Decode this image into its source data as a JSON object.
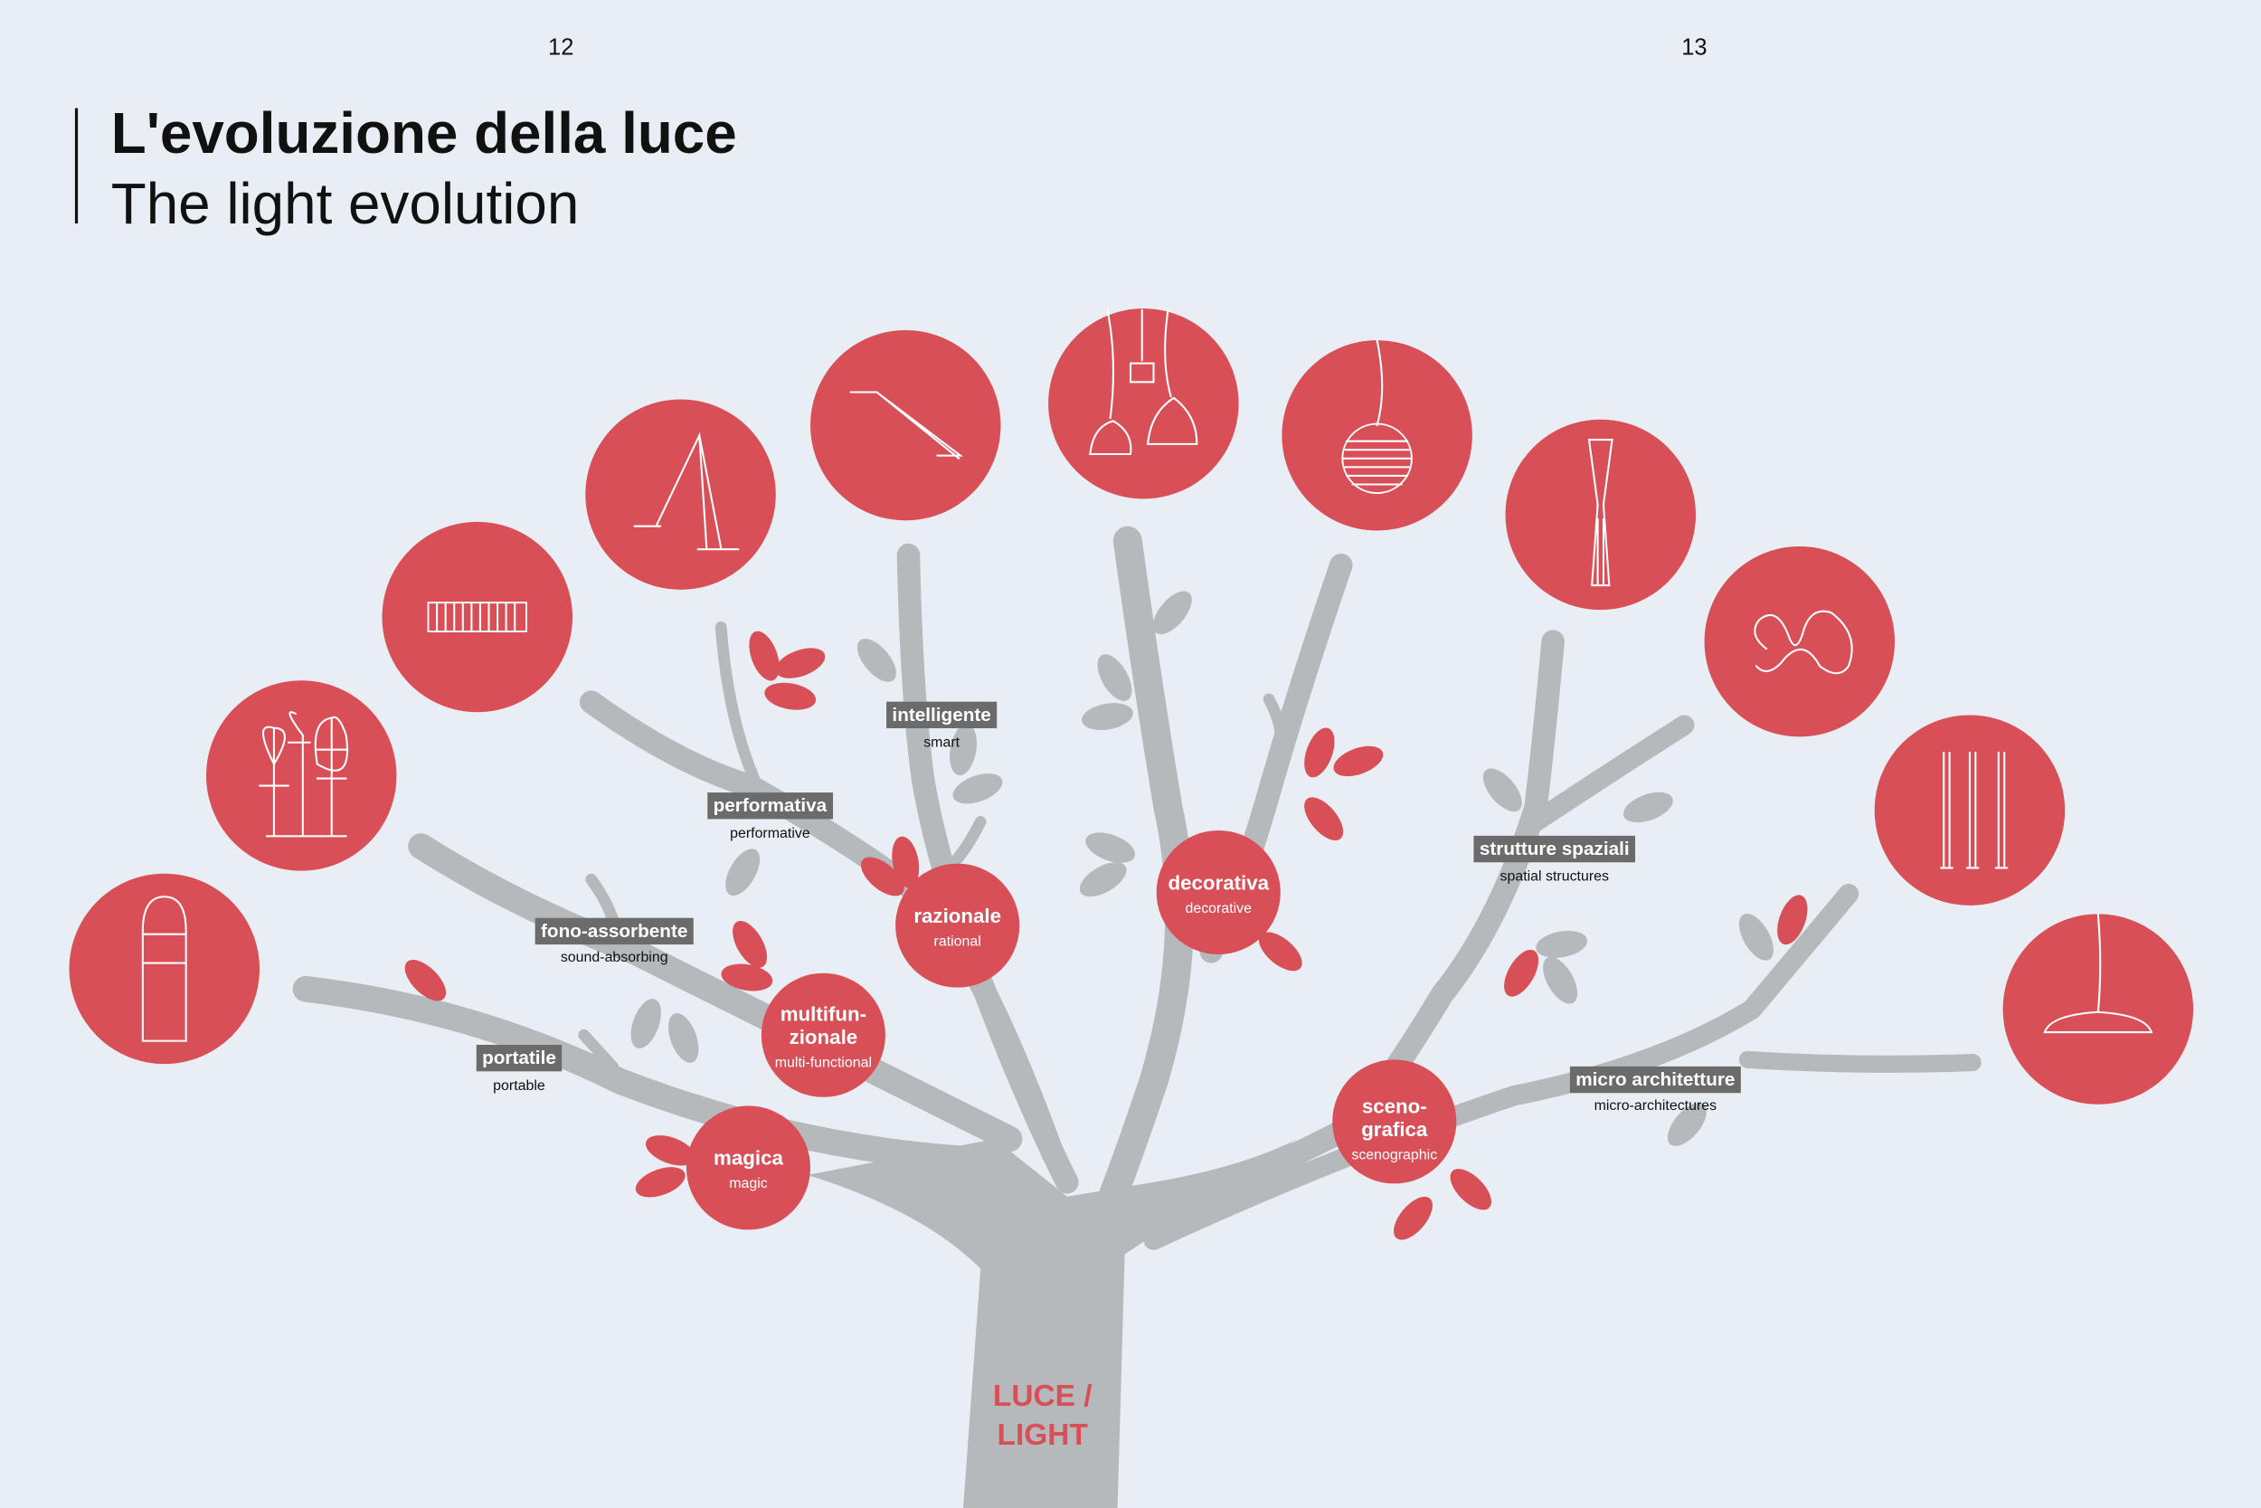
{
  "page_numbers": {
    "left": "12",
    "right": "13"
  },
  "title": {
    "it": "L'evoluzione della luce",
    "en": "The light evolution"
  },
  "trunk_label": {
    "line1": "LUCE /",
    "line2": "LIGHT"
  },
  "categories": [
    {
      "main": "magica",
      "sub": "magic"
    },
    {
      "main": "multifun-",
      "main2": "zionale",
      "sub": "multi-functional"
    },
    {
      "main": "razionale",
      "sub": "rational"
    },
    {
      "main": "decorativa",
      "sub": "decorative"
    },
    {
      "main": "sceno-",
      "main2": "grafica",
      "sub": "scenographic"
    }
  ],
  "labels": [
    {
      "main": "portatile",
      "sub": "portable"
    },
    {
      "main": "fono-assorbente",
      "sub": "sound-absorbing"
    },
    {
      "main": "performativa",
      "sub": "performative"
    },
    {
      "main": "intelligente",
      "sub": "smart"
    },
    {
      "main": "strutture spaziali",
      "sub": "spatial structures"
    },
    {
      "main": "micro architetture",
      "sub": "micro-architectures"
    }
  ],
  "lamps": [
    "portable-lamp-icon",
    "tree-panels-icon",
    "sound-panel-icon",
    "desk-lamp-icon",
    "led-arm-lamp-icon",
    "pendant-lamps-icon",
    "sphere-pendant-icon",
    "column-lamp-icon",
    "swirl-lamp-icon",
    "linear-structures-icon",
    "suspension-disc-icon"
  ],
  "colors": {
    "background": "#e9eef4",
    "accent": "#d94f58",
    "tree": "#b5b9bc",
    "label_bg": "#6b6b6b"
  }
}
